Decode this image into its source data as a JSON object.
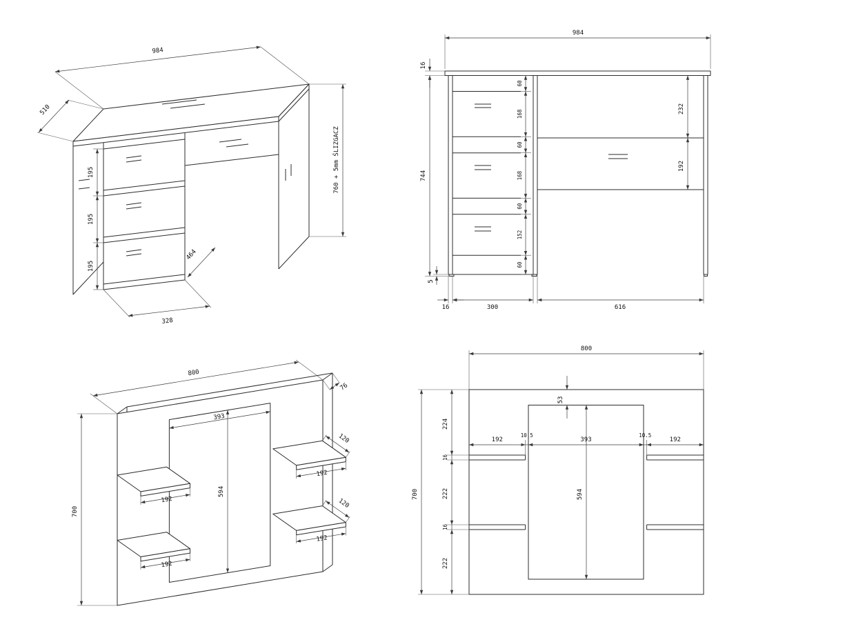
{
  "views": {
    "iso_desk": {
      "width": "984",
      "depth": "510",
      "drawer_heights": [
        "195",
        "195",
        "195"
      ],
      "drawer_width": "328",
      "pedestal_depth": "464",
      "height_note": "760 + 5mm ŚLIZGACZ"
    },
    "front_desk": {
      "width": "984",
      "top_thickness": "16",
      "side_height": "744",
      "glide_height": "5",
      "side_thickness": "16",
      "pedestal_width": "300",
      "opening_width": "616",
      "drawer_chain": [
        "60",
        "168",
        "60",
        "168",
        "60",
        "152",
        "60"
      ],
      "right_chain": [
        "232",
        "192"
      ]
    },
    "iso_hutch": {
      "width": "800",
      "depth": "76",
      "height": "700",
      "inner_width": "393",
      "inner_height": "594",
      "shelf_widths": [
        "192",
        "192",
        "192",
        "192"
      ],
      "shelf_depths": [
        "120",
        "120"
      ]
    },
    "front_hutch": {
      "width": "800",
      "height": "700",
      "top_gap": "53",
      "inner_height": "594",
      "h_chain": [
        "192",
        "10.5",
        "393",
        "10.5",
        "192"
      ],
      "v_chain": [
        "224",
        "16",
        "222",
        "16",
        "222"
      ]
    }
  }
}
